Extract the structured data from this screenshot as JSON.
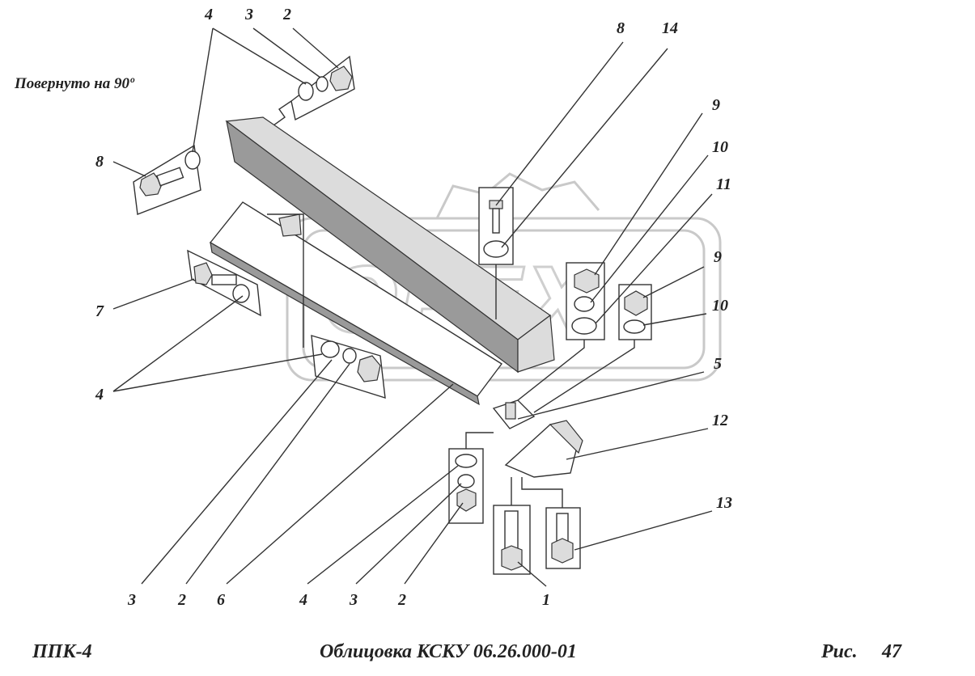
{
  "note": "Повернуто на 90º",
  "footer": {
    "left": "ППК-4",
    "center": "Облицовка КСКУ 06.26.000-01",
    "right_label": "Рис.",
    "right_number": "47"
  },
  "watermark": "OPEX",
  "callouts": {
    "top_4": "4",
    "top_3": "3",
    "top_2": "2",
    "left_8": "8",
    "left_7": "7",
    "left_4": "4",
    "r_8": "8",
    "r_14": "14",
    "r_9a": "9",
    "r_10a": "10",
    "r_11": "11",
    "r_9b": "9",
    "r_10b": "10",
    "r_5": "5",
    "r_12": "12",
    "r_13": "13",
    "b_3a": "3",
    "b_2a": "2",
    "b_6": "6",
    "b_4": "4",
    "b_3b": "3",
    "b_2b": "2",
    "b_1": "1"
  }
}
